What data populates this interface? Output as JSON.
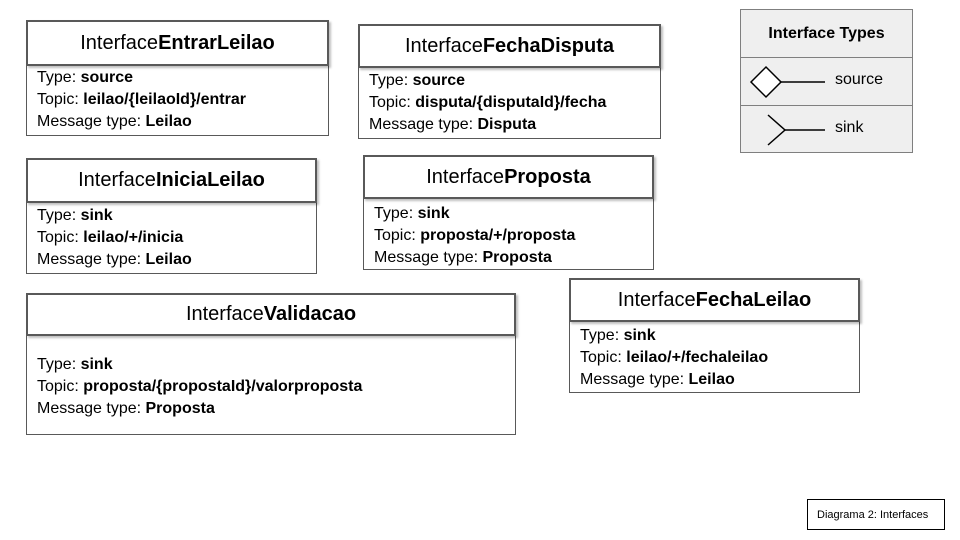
{
  "field_labels": {
    "type": "Type: ",
    "topic": "Topic: ",
    "message_type": "Message type: "
  },
  "interfaces": [
    {
      "prefix": "Interface ",
      "name": "EntrarLeilao",
      "type": "source",
      "topic": "leilao/{leilaoId}/entrar",
      "message_type": "Leilao"
    },
    {
      "prefix": "Interface ",
      "name": "FechaDisputa",
      "type": "source",
      "topic": "disputa/{disputaId}/fecha",
      "message_type": "Disputa"
    },
    {
      "prefix": "Interface ",
      "name": "IniciaLeilao",
      "type": "sink",
      "topic": "leilao/+/inicia",
      "message_type": "Leilao"
    },
    {
      "prefix": "Interface ",
      "name": "Proposta",
      "type": "sink",
      "topic": "proposta/+/proposta",
      "message_type": "Proposta"
    },
    {
      "prefix": "Interface ",
      "name": "Validacao",
      "type": "sink",
      "topic": "proposta/{propostaId}/valorproposta",
      "message_type": "Proposta"
    },
    {
      "prefix": "Interface ",
      "name": "FechaLeilao",
      "type": "sink",
      "topic": "leilao/+/fechaleilao",
      "message_type": "Leilao"
    }
  ],
  "legend": {
    "title": "Interface Types",
    "items": [
      {
        "label": "source",
        "icon": "diamond-connector-icon"
      },
      {
        "label": "sink",
        "icon": "fork-connector-icon"
      }
    ]
  },
  "caption": "Diagrama 2: Interfaces"
}
